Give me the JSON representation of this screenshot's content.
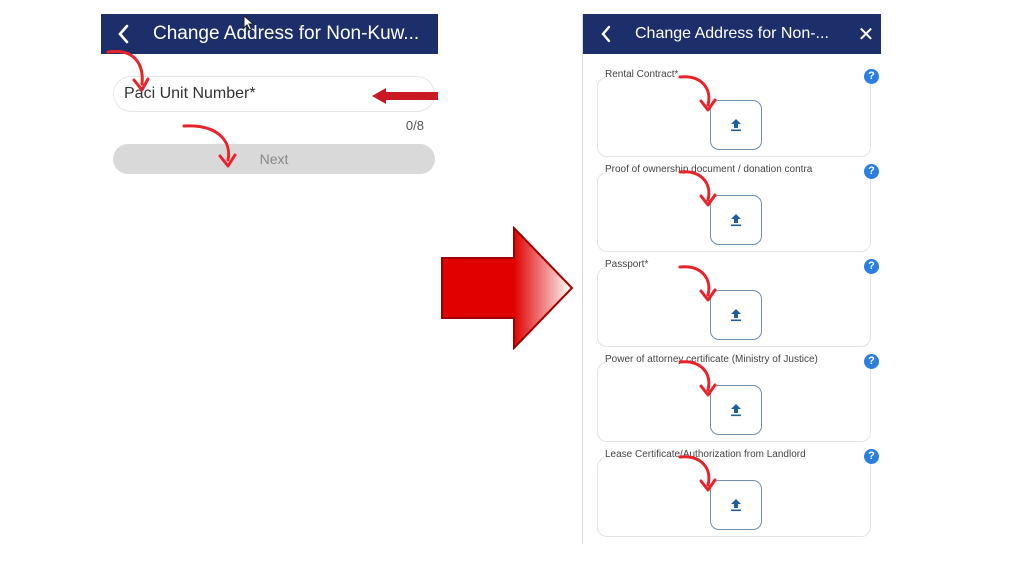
{
  "left_screen": {
    "header": {
      "title": "Change Address for Non-Kuw...",
      "back_icon": "chevron-left-icon"
    },
    "paci_input": {
      "placeholder": "Paci Unit Number*",
      "value": ""
    },
    "counter": "0/8",
    "next_button": "Next"
  },
  "right_screen": {
    "header": {
      "title": "Change Address for Non-...",
      "back_icon": "chevron-left-icon",
      "close_icon": "close-icon",
      "close_glyph": "✕"
    },
    "help_glyph": "?",
    "upload_sections": [
      {
        "label": "Rental Contract*"
      },
      {
        "label": "Proof of ownership document / donation contra"
      },
      {
        "label": "Passport*"
      },
      {
        "label": "Power of attorney certificate (Ministry of Justice)"
      },
      {
        "label": "Lease Certificate/Authorization from Landlord"
      }
    ]
  },
  "colors": {
    "header_bg": "#1d2f6a",
    "annotation_red": "#e8232a",
    "help_blue": "#2a7fe0",
    "upload_icon_blue": "#1f5f9e"
  }
}
